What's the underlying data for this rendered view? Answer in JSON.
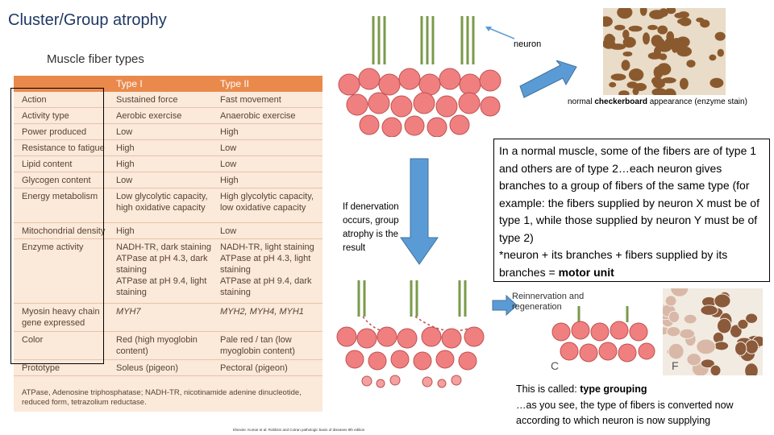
{
  "slide": {
    "title": "Cluster/Group atrophy"
  },
  "table": {
    "figure_title": "Muscle fiber types",
    "headers": [
      "",
      "Type I",
      "Type II"
    ],
    "rows": [
      [
        "Action",
        "Sustained force",
        "Fast movement"
      ],
      [
        "Activity type",
        "Aerobic exercise",
        "Anaerobic exercise"
      ],
      [
        "Power produced",
        "Low",
        "High"
      ],
      [
        "Resistance to fatigue",
        "High",
        "Low"
      ],
      [
        "Lipid content",
        "High",
        "Low"
      ],
      [
        "Glycogen content",
        "Low",
        "High"
      ],
      [
        "Energy metabolism",
        "Low glycolytic capacity, high oxidative capacity",
        "High glycolytic capacity, low oxidative capacity"
      ],
      [
        "Mitochondrial density",
        "High",
        "Low"
      ],
      [
        "Enzyme activity",
        "NADH-TR, dark staining\nATPase at pH 4.3, dark staining\nATPase at pH 9.4, light staining",
        "NADH-TR, light staining\nATPase at pH 4.3, light staining\nATPase at pH 9.4, dark staining"
      ],
      [
        "Myosin heavy chain gene expressed",
        "MYH7",
        "MYH2, MYH4, MYH1"
      ],
      [
        "Color",
        "Red (high myoglobin content)",
        "Pale red / tan (low myoglobin content)"
      ],
      [
        "Prototype",
        "Soleus (pigeon)",
        "Pectoral (pigeon)"
      ]
    ],
    "footnote": "ATPase, Adenosine triphosphatase; NADH-TR, nicotinamide adenine dinucleotide, reduced form, tetrazolium reductase."
  },
  "diagram": {
    "neuron_label": "neuron",
    "stain_caption_pre": "normal ",
    "stain_caption_bold": "checkerboard",
    "stain_caption_post": " appearance (enzyme stain)",
    "denervation_text": "If denervation occurs, group atrophy is the result",
    "reinnervation_label": "Reinnervation and regeneration",
    "letter_c": "C",
    "letter_f": "F"
  },
  "info": {
    "paragraph": "In a normal muscle, some of the fibers are of type 1 and others are of type 2…each neuron gives branches to a group of fibers of the same type (for example: the fibers supplied by neuron X must be of type 1, while those supplied by neuron Y must be of type 2)",
    "motor_unit_pre": "*neuron + its branches + fibers supplied by its branches = ",
    "motor_unit_bold": "motor unit"
  },
  "grouping": {
    "line1_pre": "This is called: ",
    "line1_bold": "type grouping",
    "line2": "…as you see, the type of fibers is converted now according to which neuron is now supplying"
  },
  "source": {
    "citation": "Elsevier. Kumar et al: Robbins and Cotran pathologic basis of diseases 9th edition"
  },
  "colors": {
    "title": "#1f3864",
    "table_header": "#e98a4c",
    "table_bg": "#fbe9da",
    "arrow_blue": "#5b9bd5",
    "fiber_red": "#f08080"
  }
}
